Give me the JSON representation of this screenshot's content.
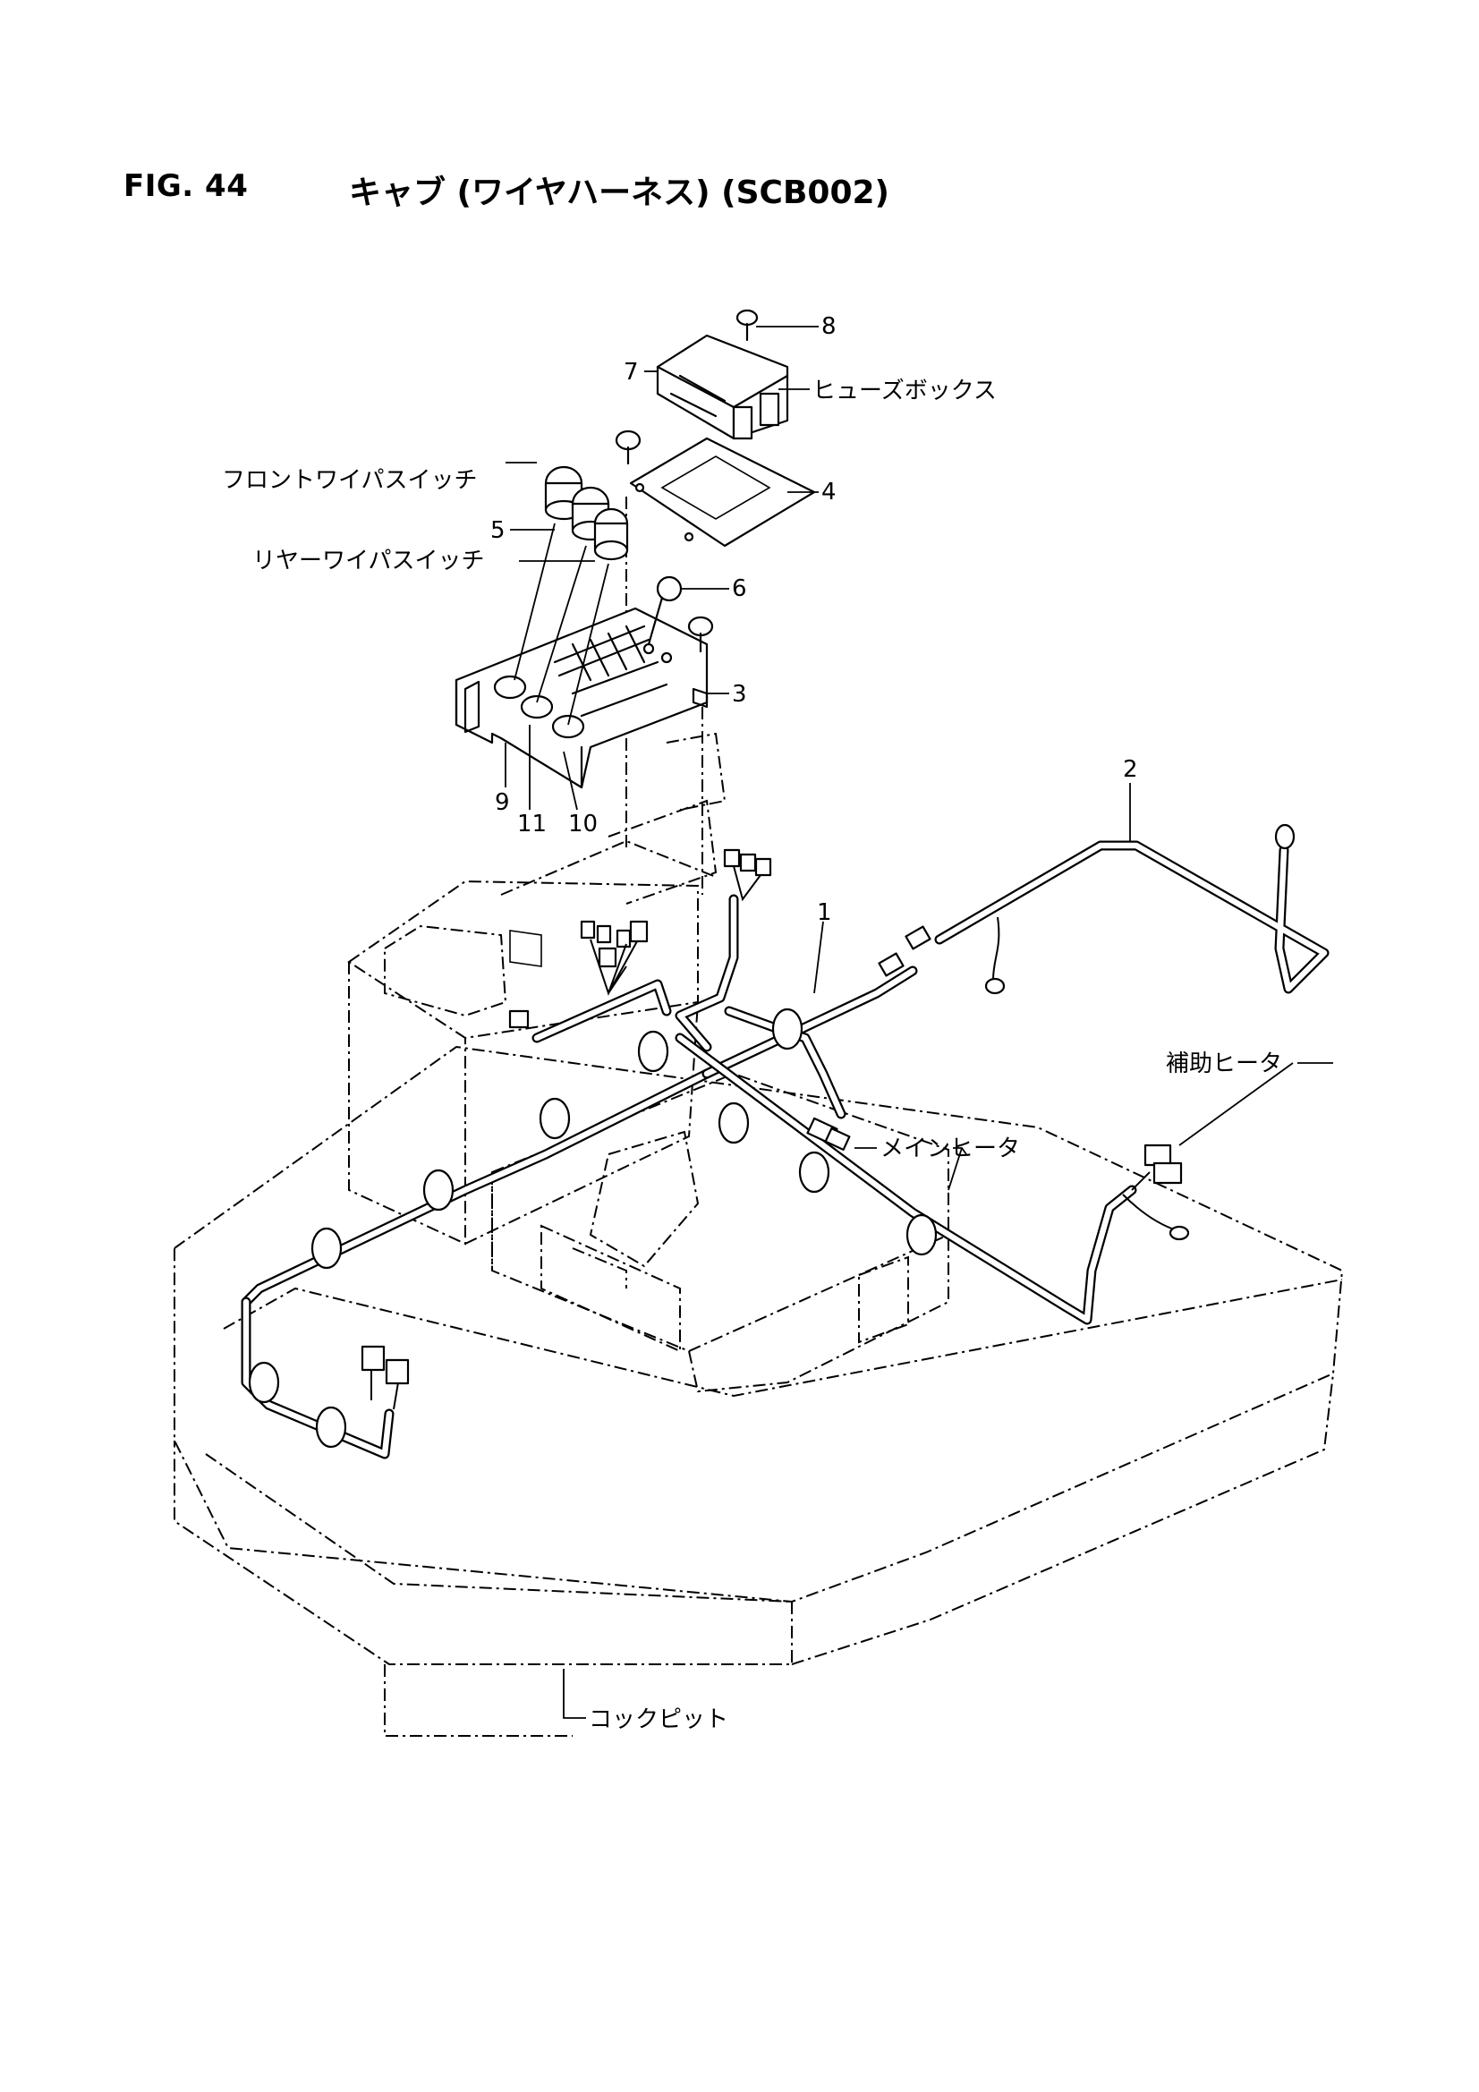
{
  "figure": {
    "number": "FIG. 44",
    "title": "キャブ (ワイヤハーネス) (SCB002)"
  },
  "labels": {
    "fuse_box": "ヒューズボックス",
    "front_wiper_switch": "フロントワイパスイッチ",
    "rear_wiper_switch": "リヤーワイパスイッチ",
    "aux_heater": "補助ヒータ",
    "main_heater": "メインヒータ",
    "cockpit": "コックピット"
  },
  "part_numbers": {
    "p1": "1",
    "p2": "2",
    "p3": "3",
    "p4": "4",
    "p5": "5",
    "p6": "6",
    "p7": "7",
    "p8": "8",
    "p9": "9",
    "p10": "10",
    "p11": "11"
  }
}
